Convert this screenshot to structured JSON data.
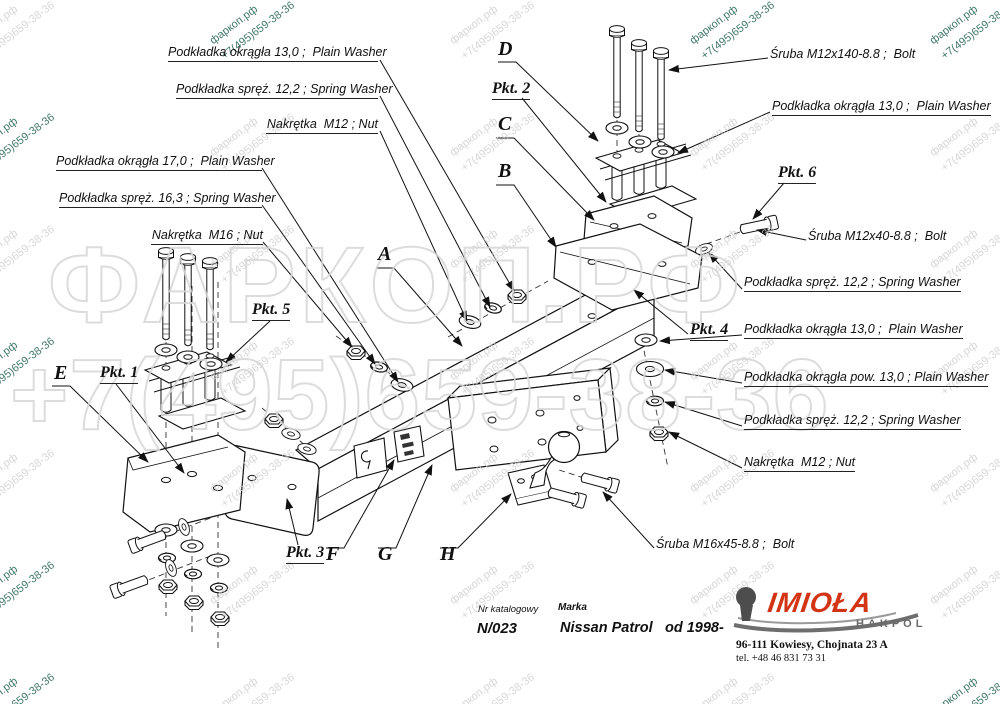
{
  "watermark": {
    "site": "фаркоп.рф",
    "phone": "+7(495)659-38-36",
    "big_line1": "ФАРКОП.РФ",
    "big_line2": "+7(495)659-38-36",
    "light_color": "#cdcdcd",
    "dark_color": "#2f6b5e"
  },
  "callouts": {
    "left": [
      {
        "text": "Podkładka okrągła 13,0 ;  Plain Washer"
      },
      {
        "text": "Podkładka spręż. 12,2 ; Spring Washer"
      },
      {
        "text": "Nakrętka  M12 ; Nut"
      },
      {
        "text": "Podkładka okrągła 17,0 ;  Plain Washer"
      },
      {
        "text": "Podkładka spręż. 16,3 ; Spring Washer"
      },
      {
        "text": "Nakrętka  M16 ; Nut"
      }
    ],
    "right": [
      {
        "text": "Śruba M12x140-8.8 ;  Bolt"
      },
      {
        "text": "Podkładka okrągła 13,0 ;  Plain Washer"
      },
      {
        "text": "Śruba M12x40-8.8 ;  Bolt"
      },
      {
        "text": "Podkładka spręż. 12,2 ; Spring Washer"
      },
      {
        "text": "Podkładka okrągła 13,0 ;  Plain Washer"
      },
      {
        "text": "Podkładka okrągła pow. 13,0 ; Plain Washer"
      },
      {
        "text": "Podkładka spręż. 12,2 ; Spring Washer"
      },
      {
        "text": "Nakrętka  M12 ; Nut"
      },
      {
        "text": "Śruba M16x45-8.8 ;  Bolt"
      }
    ],
    "points": {
      "p1": "Pkt. 1",
      "p2": "Pkt. 2",
      "p3": "Pkt. 3",
      "p4": "Pkt. 4",
      "p5": "Pkt. 5",
      "p6": "Pkt. 6"
    },
    "letters": [
      "A",
      "B",
      "C",
      "D",
      "E",
      "F",
      "G",
      "H"
    ]
  },
  "footer": {
    "catalog_label": "Nr katalogowy",
    "catalog_value": "N/023",
    "brand_label": "Marka",
    "brand_value": "Nissan Patrol",
    "year_value": "od 1998-"
  },
  "logo": {
    "name": "IMIOŁA",
    "sub": "HAKPOL",
    "address": "96-111 Kowiesy, Chojnata 23 A",
    "phone": "tel. +48 46 831 73 31",
    "red": "#d23415"
  }
}
